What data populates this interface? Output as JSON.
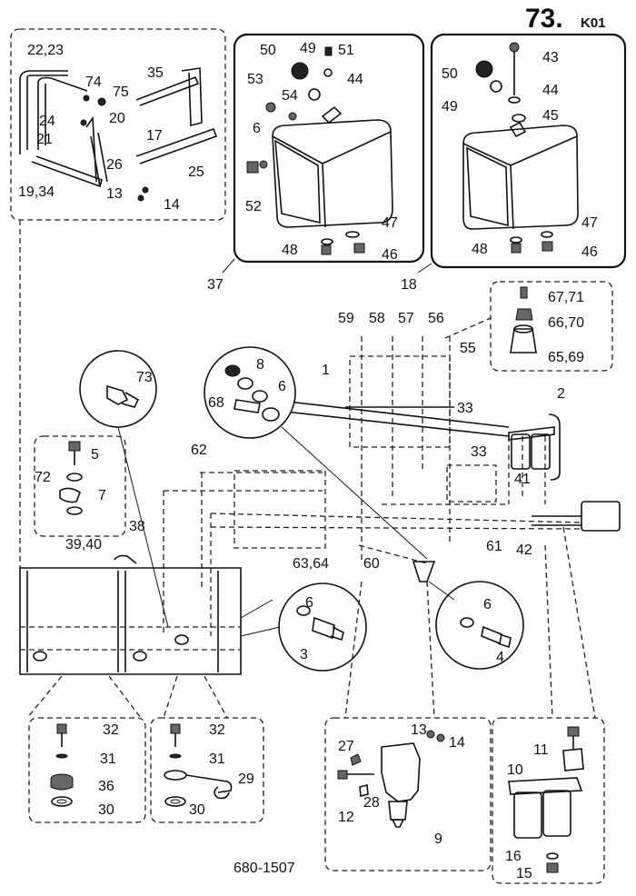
{
  "page": {
    "title_main": "73.",
    "title_sub": "K01",
    "drawing_number": "680-1507"
  },
  "labels": {
    "l22_23": "22,23",
    "l74": "74",
    "l75": "75",
    "l35": "35",
    "l24": "24",
    "l20": "20",
    "l21": "21",
    "l17": "17",
    "l26": "26",
    "l25": "25",
    "l19_34": "19,34",
    "l13a": "13",
    "l14a": "14",
    "l50a": "50",
    "l49a": "49",
    "l51": "51",
    "l53": "53",
    "l44a": "44",
    "l54": "54",
    "l6a": "6",
    "l52": "52",
    "l47a": "47",
    "l48a": "48",
    "l46a": "46",
    "l37": "37",
    "l43": "43",
    "l50b": "50",
    "l44b": "44",
    "l49b": "49",
    "l45": "45",
    "l47b": "47",
    "l48b": "48",
    "l46b": "46",
    "l18": "18",
    "l67_71": "67,71",
    "l66_70": "66,70",
    "l65_69": "65,69",
    "l59": "59",
    "l58": "58",
    "l57": "57",
    "l56": "56",
    "l55": "55",
    "l1": "1",
    "l2": "2",
    "l33a": "33",
    "l33b": "33",
    "l41": "41",
    "l61": "61",
    "l42": "42",
    "l73": "73",
    "l8": "8",
    "l68": "68",
    "l6b": "6",
    "l62": "62",
    "l5": "5",
    "l72": "72",
    "l7": "7",
    "l38": "38",
    "l39_40": "39,40",
    "l63_64": "63,64",
    "l60": "60",
    "l6c": "6",
    "l3": "3",
    "l6d": "6",
    "l4": "4",
    "l32a": "32",
    "l31a": "31",
    "l36": "36",
    "l30a": "30",
    "l32b": "32",
    "l31b": "31",
    "l29": "29",
    "l30b": "30",
    "l27": "27",
    "l13b": "13",
    "l14b": "14",
    "l12": "12",
    "l28": "28",
    "l9": "9",
    "l11": "11",
    "l10": "10",
    "l16": "16",
    "l15": "15"
  }
}
